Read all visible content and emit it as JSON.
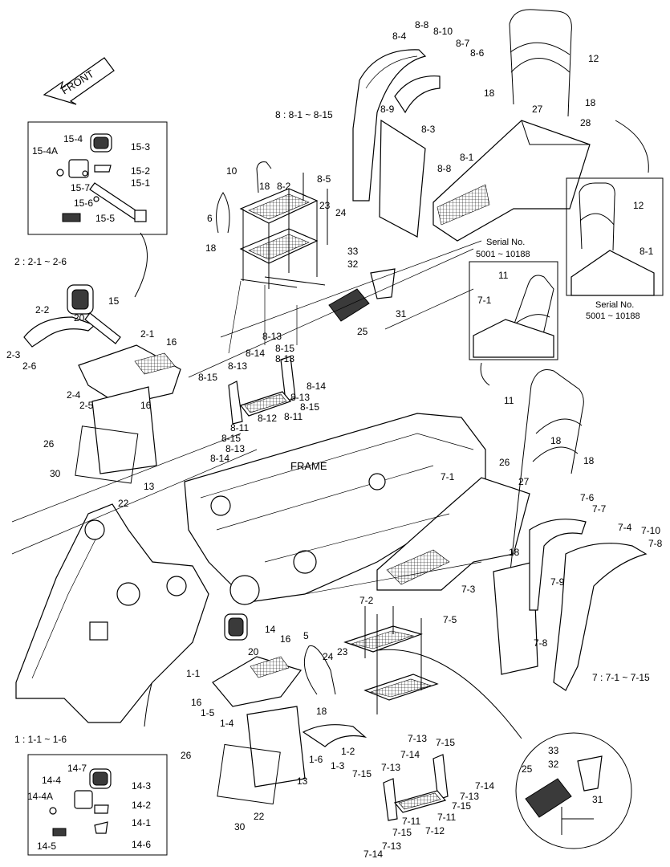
{
  "front_label": "FRONT",
  "frame_label": "FRAME",
  "group_notes": {
    "g8": "8 : 8-1 ~ 8-15",
    "g2": "2 : 2-1 ~ 2-6",
    "g7": "7 : 7-1 ~ 7-15",
    "g1": "1 : 1-1 ~ 1-6"
  },
  "serial_captions": {
    "a_line1": "Serial No.",
    "a_line2": "5001 ~ 10188",
    "b_line1": "Serial No.",
    "b_line2": "5001 ~ 10188"
  },
  "callouts": {
    "c_8_4": "8-4",
    "c_8_8a": "8-8",
    "c_8_10": "8-10",
    "c_8_7": "8-7",
    "c_8_6": "8-6",
    "c_12a": "12",
    "c_18a": "18",
    "c_18b": "18",
    "c_27a": "27",
    "c_28": "28",
    "c_8_9": "8-9",
    "c_8_3": "8-3",
    "c_8_8b": "8-8",
    "c_8_1a": "8-1",
    "c_10": "10",
    "c_18c": "18",
    "c_8_5": "8-5",
    "c_8_2": "8-2",
    "c_23a": "23",
    "c_24a": "24",
    "c_6": "6",
    "c_18d": "18",
    "c_33a": "33",
    "c_32a": "32",
    "c_31a": "31",
    "c_25a": "25",
    "c_12b": "12",
    "c_8_1b": "8-1",
    "c_15_4": "15-4",
    "c_15_3": "15-3",
    "c_15_4a": "15-4A",
    "c_15_2": "15-2",
    "c_15_7": "15-7",
    "c_15_1": "15-1",
    "c_15_6": "15-6",
    "c_15_5": "15-5",
    "c_15": "15",
    "c_2_2": "2-2",
    "c_20a": "20",
    "c_2_1": "2-1",
    "c_16a": "16",
    "c_2_3": "2-3",
    "c_2_6": "2-6",
    "c_2_4": "2-4",
    "c_2_5": "2-5",
    "c_16b": "16",
    "c_26a": "26",
    "c_30a": "30",
    "c_13a": "13",
    "c_22a": "22",
    "c_11a": "11",
    "c_7_1a": "7-1",
    "c_8_13a": "8-13",
    "c_8_14a": "8-14",
    "c_8_15a": "8-15",
    "c_8_13b": "8-13",
    "c_8_15b": "8-15",
    "c_8_14b": "8-14",
    "c_8_13c": "8-13",
    "c_8_15c": "8-15",
    "c_8_12": "8-12",
    "c_8_11a": "8-11",
    "c_8_11b": "8-11",
    "c_8_15d": "8-15",
    "c_8_13d": "8-13",
    "c_8_14c": "8-14",
    "c_11b": "11",
    "c_18e": "18",
    "c_18f": "18",
    "c_26b": "26",
    "c_27b": "27",
    "c_7_1b": "7-1",
    "c_7_6": "7-6",
    "c_7_7": "7-7",
    "c_7_4": "7-4",
    "c_7_10": "7-10",
    "c_7_8a": "7-8",
    "c_18g": "18",
    "c_7_9": "7-9",
    "c_7_3": "7-3",
    "c_7_2": "7-2",
    "c_7_5": "7-5",
    "c_7_8b": "7-8",
    "c_14": "14",
    "c_20b": "20",
    "c_16c": "16",
    "c_5": "5",
    "c_24b": "24",
    "c_23b": "23",
    "c_1_1": "1-1",
    "c_16d": "16",
    "c_1_5": "1-5",
    "c_18h": "18",
    "c_1_4": "1-4",
    "c_1_6": "1-6",
    "c_1_2": "1-2",
    "c_1_3": "1-3",
    "c_26c": "26",
    "c_13b": "13",
    "c_30b": "30",
    "c_22b": "22",
    "c_14_7": "14-7",
    "c_14_4": "14-4",
    "c_14_3": "14-3",
    "c_14_4a": "14-4A",
    "c_14_2": "14-2",
    "c_14_1": "14-1",
    "c_14_5": "14-5",
    "c_14_6": "14-6",
    "c_7_13a": "7-13",
    "c_7_15a": "7-15",
    "c_7_14a": "7-14",
    "c_7_13b": "7-13",
    "c_7_15b": "7-15",
    "c_7_14b": "7-14",
    "c_7_13c": "7-13",
    "c_7_15c": "7-15",
    "c_7_11a": "7-11",
    "c_7_11b": "7-11",
    "c_7_12": "7-12",
    "c_7_15d": "7-15",
    "c_7_14c": "7-14",
    "c_7_13d": "7-13",
    "c_33b": "33",
    "c_32b": "32",
    "c_25b": "25",
    "c_31b": "31"
  }
}
